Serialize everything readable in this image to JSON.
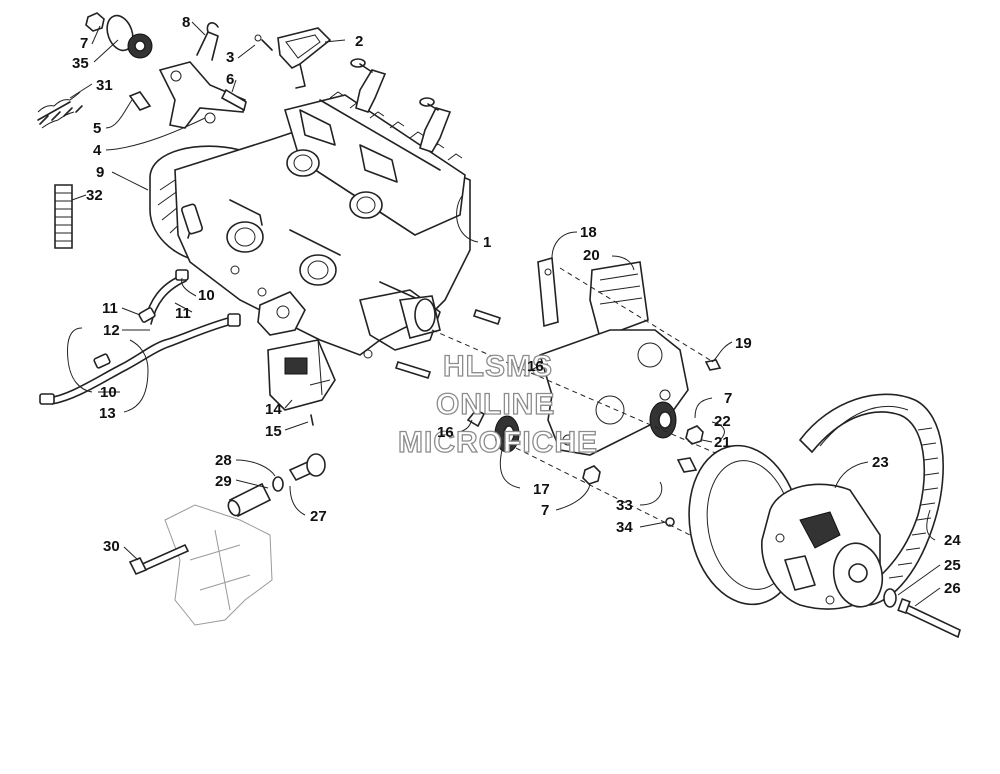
{
  "watermark": {
    "line1": "HLSMS",
    "line2": "ONLINE",
    "line3": "MICROFICHE"
  },
  "callouts": [
    {
      "id": "c-7a",
      "text": "7"
    },
    {
      "id": "c-35",
      "text": "35"
    },
    {
      "id": "c-31",
      "text": "31"
    },
    {
      "id": "c-8",
      "text": "8"
    },
    {
      "id": "c-3",
      "text": "3"
    },
    {
      "id": "c-2",
      "text": "2"
    },
    {
      "id": "c-6",
      "text": "6"
    },
    {
      "id": "c-5",
      "text": "5"
    },
    {
      "id": "c-4",
      "text": "4"
    },
    {
      "id": "c-9",
      "text": "9"
    },
    {
      "id": "c-32",
      "text": "32"
    },
    {
      "id": "c-1",
      "text": "1"
    },
    {
      "id": "c-18",
      "text": "18"
    },
    {
      "id": "c-20",
      "text": "20"
    },
    {
      "id": "c-19",
      "text": "19"
    },
    {
      "id": "c-10a",
      "text": "10"
    },
    {
      "id": "c-11a",
      "text": "11"
    },
    {
      "id": "c-11b",
      "text": "11"
    },
    {
      "id": "c-12",
      "text": "12"
    },
    {
      "id": "c-10b",
      "text": "10"
    },
    {
      "id": "c-13",
      "text": "13"
    },
    {
      "id": "c-14",
      "text": "14"
    },
    {
      "id": "c-15",
      "text": "15"
    },
    {
      "id": "c-16a",
      "text": "16"
    },
    {
      "id": "c-16b",
      "text": "16"
    },
    {
      "id": "c-7b",
      "text": "7"
    },
    {
      "id": "c-22",
      "text": "22"
    },
    {
      "id": "c-21",
      "text": "21"
    },
    {
      "id": "c-23",
      "text": "23"
    },
    {
      "id": "c-17",
      "text": "17"
    },
    {
      "id": "c-7c",
      "text": "7"
    },
    {
      "id": "c-33",
      "text": "33"
    },
    {
      "id": "c-34",
      "text": "34"
    },
    {
      "id": "c-28",
      "text": "28"
    },
    {
      "id": "c-29",
      "text": "29"
    },
    {
      "id": "c-27",
      "text": "27"
    },
    {
      "id": "c-30",
      "text": "30"
    },
    {
      "id": "c-24",
      "text": "24"
    },
    {
      "id": "c-25",
      "text": "25"
    },
    {
      "id": "c-26",
      "text": "26"
    }
  ]
}
